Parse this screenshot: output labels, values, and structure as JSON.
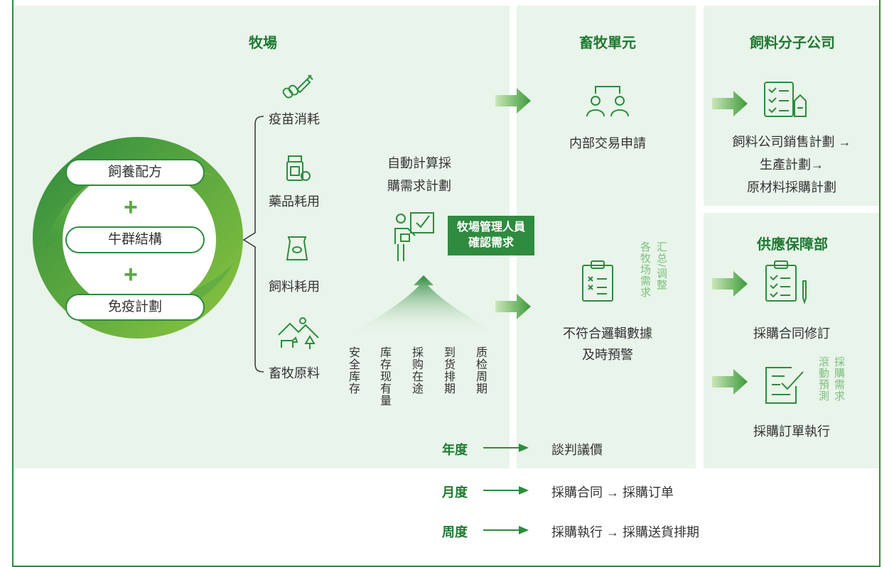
{
  "farm": {
    "title": "牧場",
    "inputs": [
      "飼養配方",
      "牛群結構",
      "免疫計劃"
    ],
    "plus": "+",
    "consumables": [
      "疫苗消耗",
      "藥品耗用",
      "飼料耗用",
      "畜牧原料"
    ],
    "auto_calc": [
      "自動計算採",
      "購需求計劃"
    ],
    "confirm": [
      "牧場管理人員",
      "確認需求"
    ],
    "factors": [
      "安全库存",
      "库存现有量",
      "採购在途",
      "到货排期",
      "质检周期"
    ]
  },
  "livestock_unit": {
    "title": "畜牧單元",
    "internal_trade": "内部交易申請",
    "summary_vertical": [
      "汇总/调整",
      "各牧场需求"
    ],
    "warning": [
      "不符合邏輯數據",
      "及時預警"
    ]
  },
  "feed_subsidiary": {
    "title": "飼料分子公司",
    "plans": [
      "飼料公司銷售計劃 →",
      "生產計劃→",
      "原材料採購計劃"
    ]
  },
  "supply_dept": {
    "title": "供應保障部",
    "contract_revision": "採購合同修訂",
    "rolling_vertical": [
      "採購需求",
      "滾動預測"
    ],
    "order_exec": "採購訂單執行"
  },
  "periods": [
    {
      "label": "年度",
      "text": "談判議價"
    },
    {
      "label": "月度",
      "text": "採購合同 → 採購订单"
    },
    {
      "label": "周度",
      "text": "採購執行 → 採購送貨排期"
    }
  ],
  "colors": {
    "dark_green": "#2e8b3f",
    "panel": "#e9f4ea",
    "light_green": "#7cc07e"
  }
}
